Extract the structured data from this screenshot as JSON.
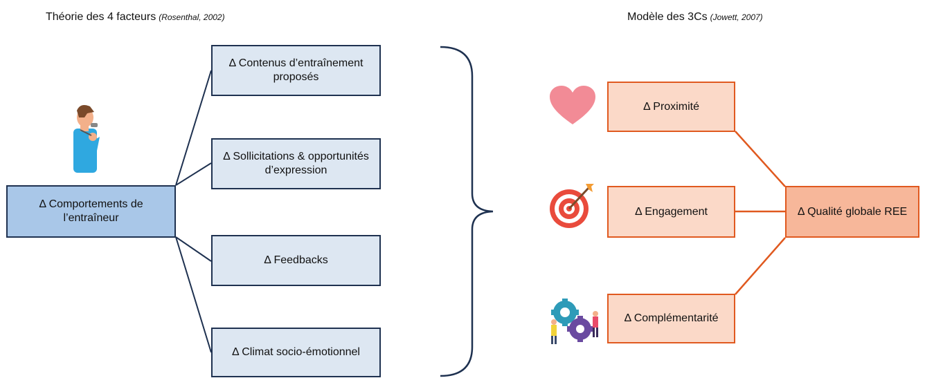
{
  "left_model": {
    "title": "Théorie des 4 facteurs",
    "citation": "(Rosenthal, 2002)",
    "source_box": "Δ Comportements de l’entraîneur",
    "factors": [
      "Δ Contenus d’entraînement proposés",
      "Δ Sollicitations & opportunités d’expression",
      "Δ Feedbacks",
      "Δ Climat socio-émotionnel"
    ]
  },
  "right_model": {
    "title": "Modèle des 3Cs",
    "citation": "(Jowett, 2007)",
    "components": [
      "Δ Proximité",
      "Δ Engagement",
      "Δ Complémentarité"
    ],
    "outcome_box": "Δ Qualité globale REE"
  },
  "icons": [
    "coach-whistle-icon",
    "heart-icon",
    "target-icon",
    "gears-people-icon"
  ],
  "colors": {
    "blue_border": "#1e3150",
    "blue_fill": "#dde7f2",
    "blue_main_fill": "#a9c7e8",
    "orange_border": "#e0591f",
    "orange_fill": "#fbd9c8",
    "orange_main_fill": "#f7b79a"
  }
}
